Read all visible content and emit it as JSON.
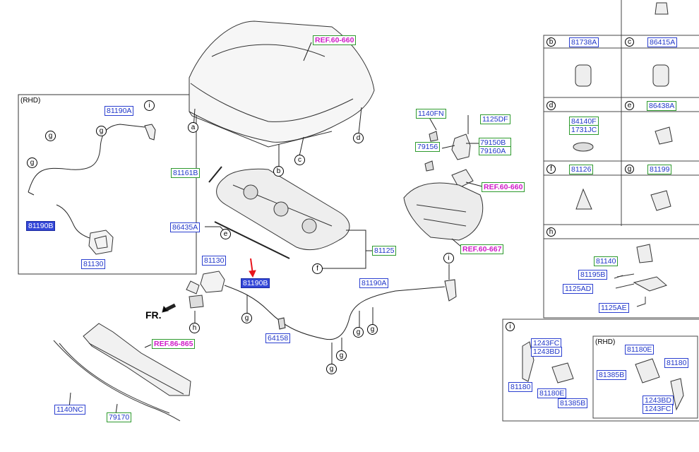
{
  "labels": {
    "rhd_box_title": "(RHD)",
    "l_81190A_rhd": "81190A",
    "l_81190B_rhd": "81190B",
    "l_81130_rhd": "81130",
    "ref_60_660_hood": "REF.60-660",
    "l_81161B": "81161B",
    "l_86435A": "86435A",
    "l_81125": "81125",
    "l_81130": "81130",
    "l_81190B_main": "81190B",
    "l_81190A_main": "81190A",
    "l_64158": "64158",
    "ref_86_865": "REF.86-865",
    "l_1140NC": "1140NC",
    "l_79170": "79170",
    "fr_text": "FR.",
    "l_1140FN": "1140FN",
    "l_1125DF": "1125DF",
    "l_79156": "79156",
    "l_79150B": "79150B",
    "l_79160A": "79160A",
    "ref_60_660_hinge": "REF.60-660",
    "ref_60_667": "REF.60-667",
    "t_b_letter": "b",
    "t_b_part": "81738A",
    "t_c_letter": "c",
    "t_c_part": "86415A",
    "t_d_letter": "d",
    "t_d_part1": "84140F",
    "t_d_part2": "1731JC",
    "t_e_letter": "e",
    "t_e_part": "86438A",
    "t_f_letter": "f",
    "t_f_part": "81126",
    "t_g_letter": "g",
    "t_g_part": "81199",
    "t_h_letter": "h",
    "t_h_81140": "81140",
    "t_h_81195B": "81195B",
    "t_h_1125AD": "1125AD",
    "t_h_1125AE": "1125AE",
    "t_i_letter": "i",
    "t_i_1243FC": "1243FC",
    "t_i_1243BD": "1243BD",
    "t_i_81180": "81180",
    "t_i_81180E": "81180E",
    "t_i_81385B": "81385B",
    "t_i_rhd": "(RHD)",
    "t_i_rhd_81180E": "81180E",
    "t_i_rhd_81385B": "81385B",
    "t_i_rhd_81180": "81180",
    "t_i_rhd_1243BD": "1243BD",
    "t_i_rhd_1243FC": "1243FC"
  },
  "callouts": {
    "a": "a",
    "b": "b",
    "c": "c",
    "d": "d",
    "e": "e",
    "f": "f",
    "g": "g",
    "h": "h",
    "i": "i"
  },
  "colors": {
    "label_text": "#1f35c8",
    "label_border_blue": "#2b3fd0",
    "label_border_green": "#2e9a2e",
    "ref_text": "#d01ac8",
    "highlight_fill": "#3347d8",
    "arrow_red": "#e8141c"
  }
}
